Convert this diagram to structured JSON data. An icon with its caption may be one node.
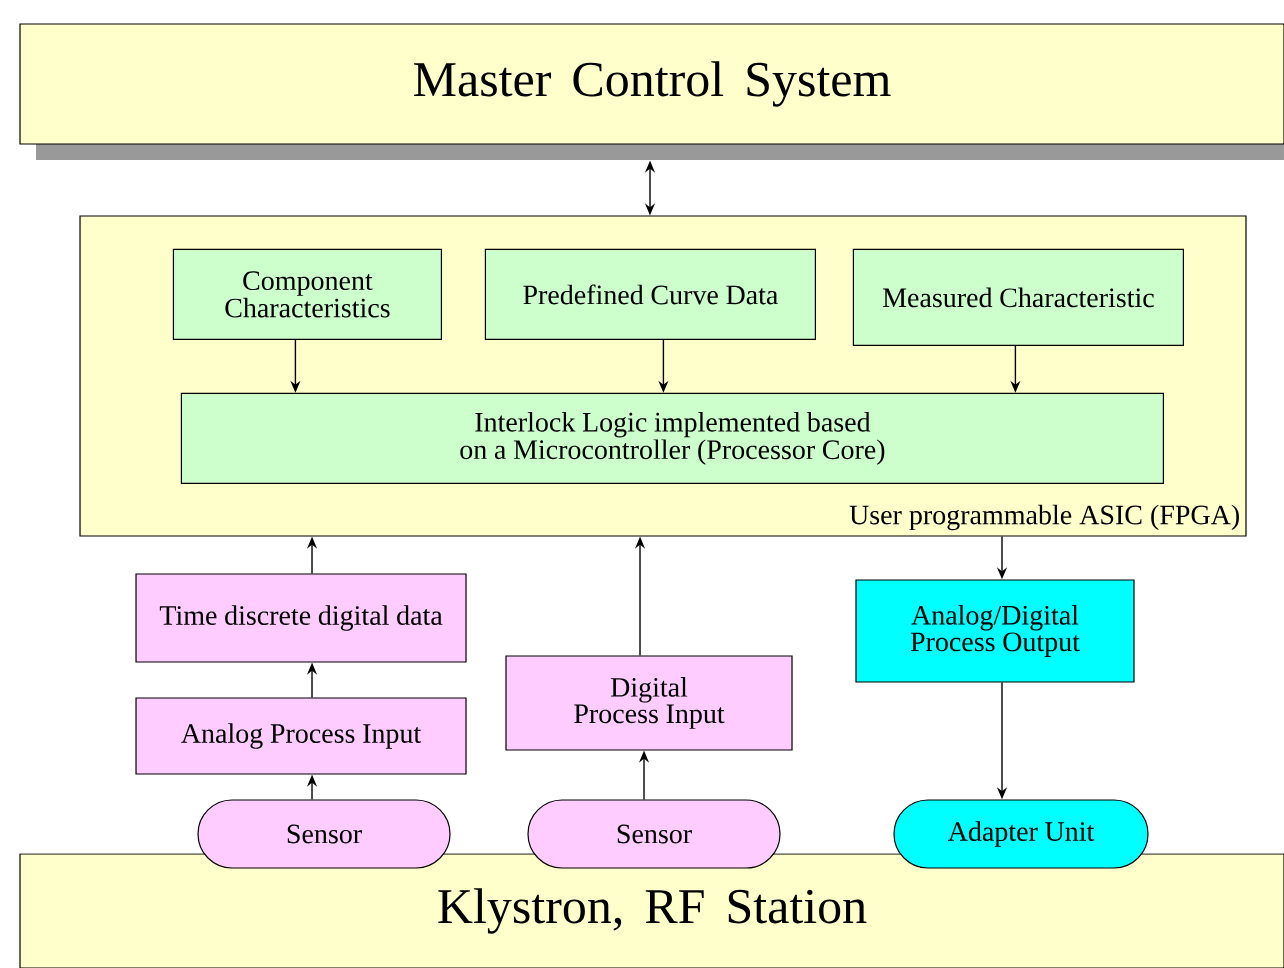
{
  "diagram": {
    "nodes": [
      {
        "text": [
          "Master Control System"
        ]
      },
      {
        "text": [
          "User programmable ASIC (FPGA)"
        ]
      },
      {
        "text": [
          "Component Characteristics"
        ],
        "in": 1
      },
      {
        "text": [
          "Predefined Curve Data"
        ],
        "in": 1
      },
      {
        "text": [
          "Measured Characteristic"
        ],
        "in": 1
      },
      {
        "text": [
          "Interlock Logic implemented based on a Microcontroller (Processor Core)"
        ],
        "in": 1
      },
      {
        "text": [
          "Time discrete digital data"
        ]
      },
      {
        "text": [
          "Analog Process Input"
        ]
      },
      {
        "text": [
          "Digital Process Input"
        ]
      },
      {
        "text": [
          "Analog/Digital Process Output"
        ]
      },
      {
        "text": [
          "Sensor"
        ]
      },
      {
        "text": [
          "Sensor"
        ]
      },
      {
        "text": [
          "Adapter Unit"
        ]
      },
      {
        "text": [
          "Klystron, RF Station"
        ]
      }
    ],
    "edges": [
      {
        "from": 0,
        "to": 1,
        "arrow": "both"
      },
      {
        "from": 2,
        "to": 5,
        "arrow": "to"
      },
      {
        "from": 3,
        "to": 5,
        "arrow": "to"
      },
      {
        "from": 4,
        "to": 5,
        "arrow": "to"
      },
      {
        "from": 6,
        "to": 1,
        "arrow": "to"
      },
      {
        "from": 7,
        "to": 6,
        "arrow": "to"
      },
      {
        "from": 10,
        "to": 7,
        "arrow": "to"
      },
      {
        "from": 8,
        "to": 1,
        "arrow": "to"
      },
      {
        "from": 11,
        "to": 8,
        "arrow": "to"
      },
      {
        "from": 1,
        "to": 9,
        "arrow": "to"
      },
      {
        "from": 9,
        "to": 12,
        "arrow": "to"
      }
    ]
  }
}
